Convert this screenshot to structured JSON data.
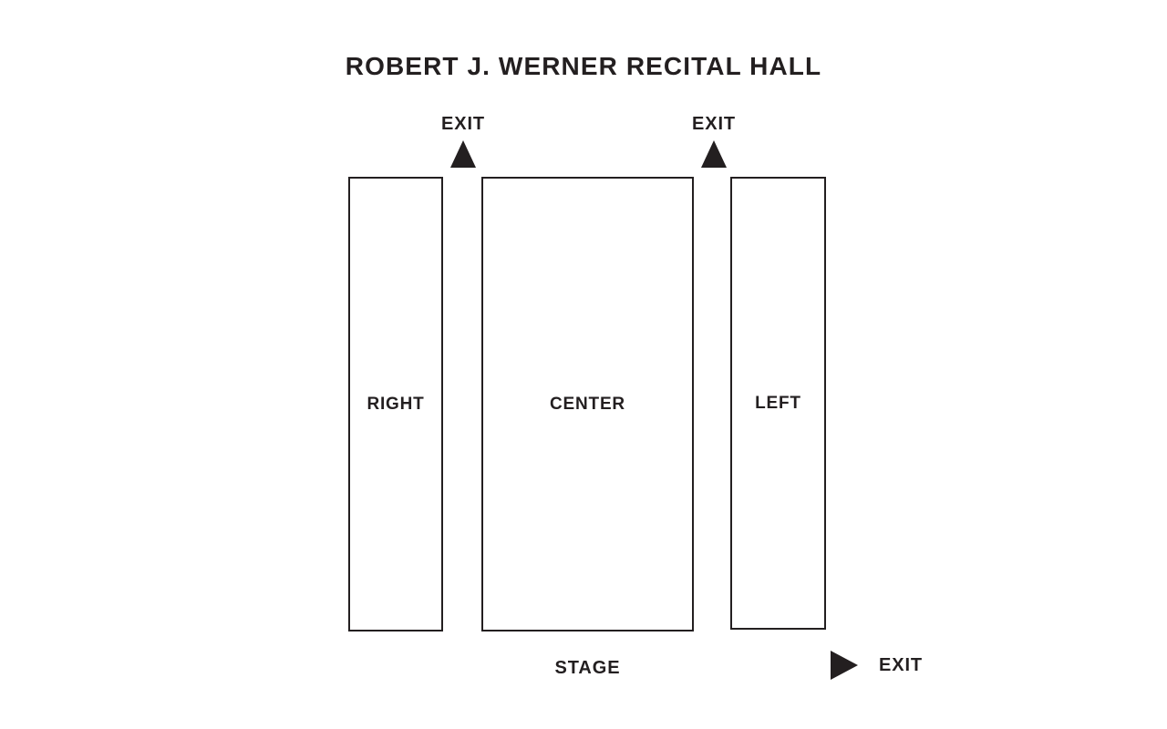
{
  "venue": {
    "title": "ROBERT J. WERNER RECITAL HALL"
  },
  "sections": [
    {
      "id": "right",
      "label": "RIGHT"
    },
    {
      "id": "center",
      "label": "CENTER"
    },
    {
      "id": "left",
      "label": "LEFT"
    }
  ],
  "stage": {
    "label": "STAGE"
  },
  "exits": [
    {
      "id": "top-left",
      "label": "EXIT",
      "arrow": "triangle-up-icon"
    },
    {
      "id": "top-right",
      "label": "EXIT",
      "arrow": "triangle-up-icon"
    },
    {
      "id": "bottom-right",
      "label": "EXIT",
      "arrow": "triangle-right-icon"
    }
  ],
  "colors": {
    "ink": "#231f20",
    "background": "#ffffff"
  }
}
